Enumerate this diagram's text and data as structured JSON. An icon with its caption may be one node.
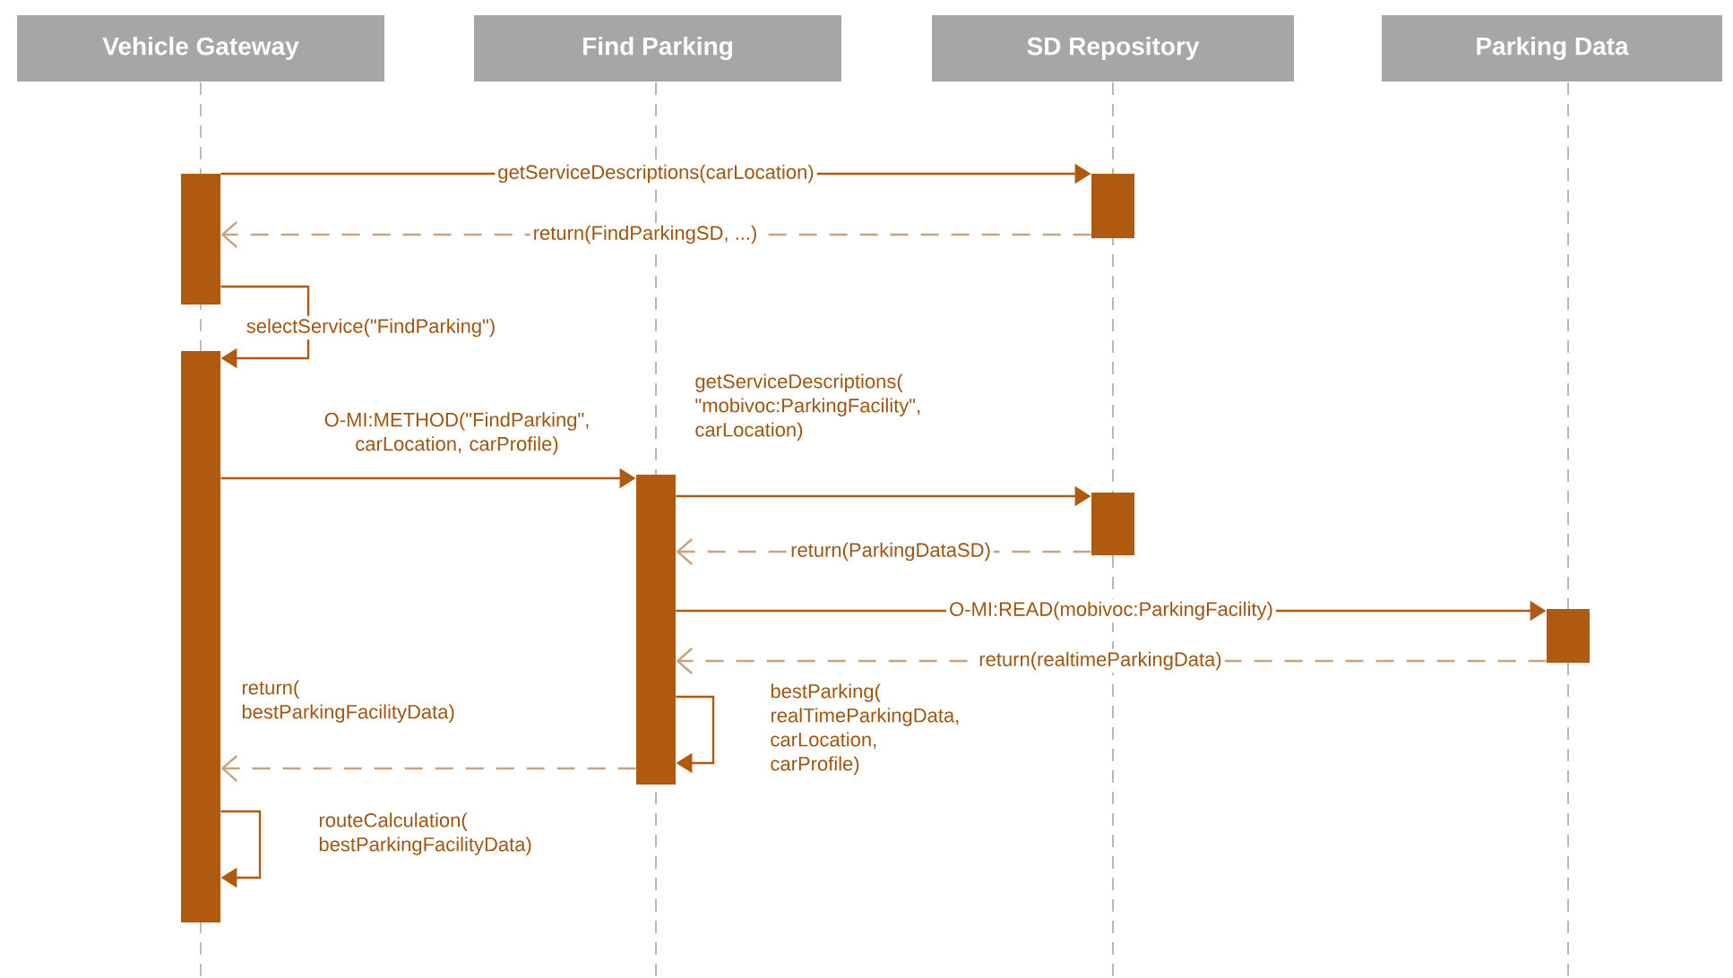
{
  "diagram": {
    "nodes": [
      {
        "text": [
          "Vehicle Gateway"
        ]
      },
      {
        "text": [
          "Find Parking"
        ]
      },
      {
        "text": [
          "SD Repository"
        ]
      },
      {
        "text": [
          "Parking Data"
        ]
      },
      {
        "text": [],
        "shape": "bar"
      },
      {
        "text": [],
        "shape": "bar"
      },
      {
        "text": [],
        "shape": "bar"
      },
      {
        "text": [],
        "shape": "bar"
      },
      {
        "text": [],
        "shape": "bar"
      },
      {
        "text": [],
        "shape": "bar"
      }
    ],
    "edges": [
      {
        "from": 4,
        "to": 6,
        "arrow": "to",
        "label": "getServiceDescriptions(carLocation)"
      },
      {
        "from": 6,
        "to": 4,
        "arrow": "to",
        "label": "return(FindParkingSD, ...)",
        "style": "dashed",
        "color": "#c9a27f"
      },
      {
        "from": 4,
        "to": 5,
        "arrow": "to",
        "label": "selectService(\"FindParking\")"
      },
      {
        "from": 5,
        "to": 7,
        "arrow": "to",
        "label": "O-MI:METHOD(\"FindParking\", carLocation, carProfile)"
      },
      {
        "from": 7,
        "to": 8,
        "arrow": "to",
        "label": "getServiceDescriptions( \"mobivoc:ParkingFacility\", carLocation)"
      },
      {
        "from": 8,
        "to": 7,
        "arrow": "to",
        "label": "return(ParkingDataSD)",
        "style": "dashed",
        "color": "#c9a27f"
      },
      {
        "from": 7,
        "to": 9,
        "arrow": "to",
        "label": "O-MI:READ(mobivoc:ParkingFacility)"
      },
      {
        "from": 9,
        "to": 7,
        "arrow": "to",
        "label": "return(realtimeParkingData)",
        "style": "dashed",
        "color": "#c9a27f"
      },
      {
        "from": 7,
        "to": 7,
        "arrow": "to",
        "label": "bestParking( realTimeParkingData, carLocation, carProfile)"
      },
      {
        "from": 7,
        "to": 5,
        "arrow": "to",
        "label": "return( bestParkingFacilityData)",
        "style": "dashed",
        "color": "#c9a27f"
      },
      {
        "from": 5,
        "to": 5,
        "arrow": "to",
        "label": "routeCalculation( bestParkingFacilityData)"
      }
    ]
  }
}
